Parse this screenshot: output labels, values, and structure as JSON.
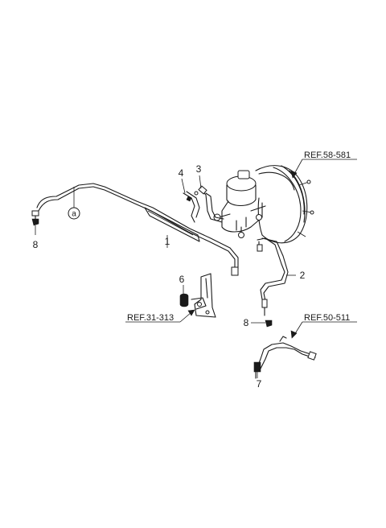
{
  "callouts": {
    "c1": "1",
    "c2": "2",
    "c3": "3",
    "c4": "4",
    "c6": "6",
    "c7": "7",
    "c8_left": "8",
    "c8_right": "8",
    "a": "a"
  },
  "references": {
    "booster": "REF.58-581",
    "bracket": "REF.31-313",
    "abs": "REF.50-511"
  },
  "colors": {
    "line": "#1a1a1a",
    "background": "#ffffff"
  }
}
